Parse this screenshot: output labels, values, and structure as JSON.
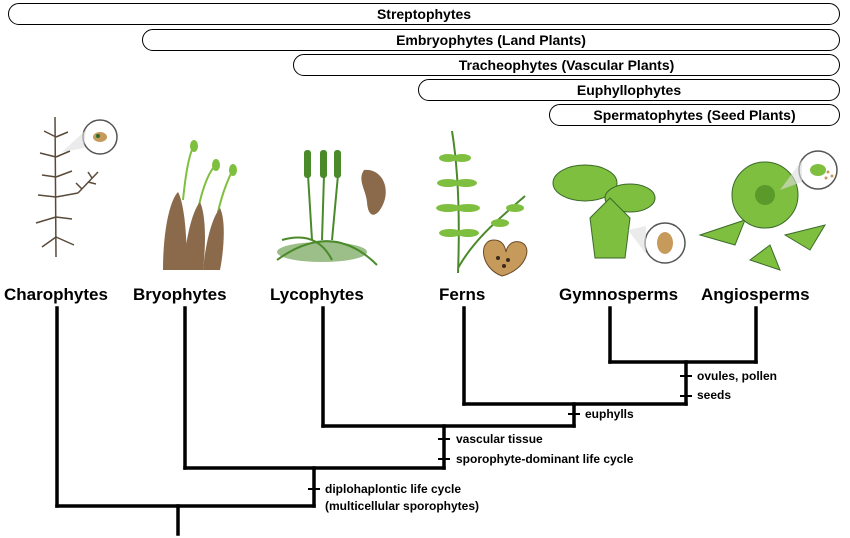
{
  "clades": [
    {
      "label": "Streptophytes"
    },
    {
      "label": "Embryophytes (Land Plants)"
    },
    {
      "label": "Tracheophytes (Vascular Plants)"
    },
    {
      "label": "Euphyllophytes"
    },
    {
      "label": "Spermatophytes (Seed Plants)"
    }
  ],
  "taxa": [
    {
      "label": "Charophytes"
    },
    {
      "label": "Bryophytes"
    },
    {
      "label": "Lycophytes"
    },
    {
      "label": "Ferns"
    },
    {
      "label": "Gymnosperms"
    },
    {
      "label": "Angiosperms"
    }
  ],
  "characters": [
    {
      "label": "ovules, pollen"
    },
    {
      "label": "seeds"
    },
    {
      "label": "euphylls"
    },
    {
      "label": "vascular tissue"
    },
    {
      "label": "sporophyte-dominant life cycle"
    },
    {
      "label": "diplohaplontic life cycle"
    },
    {
      "label": "(multicellular sporophytes)"
    }
  ],
  "illustrations": [
    {
      "icon": "charophyte-icon"
    },
    {
      "icon": "bryophyte-icon"
    },
    {
      "icon": "lycophyte-icon"
    },
    {
      "icon": "fern-icon"
    },
    {
      "icon": "gymnosperm-icon"
    },
    {
      "icon": "angiosperm-icon"
    }
  ],
  "colors": {
    "plant_green": "#7fbf3f",
    "plant_brown": "#8a6a4a",
    "line": "#000000"
  }
}
